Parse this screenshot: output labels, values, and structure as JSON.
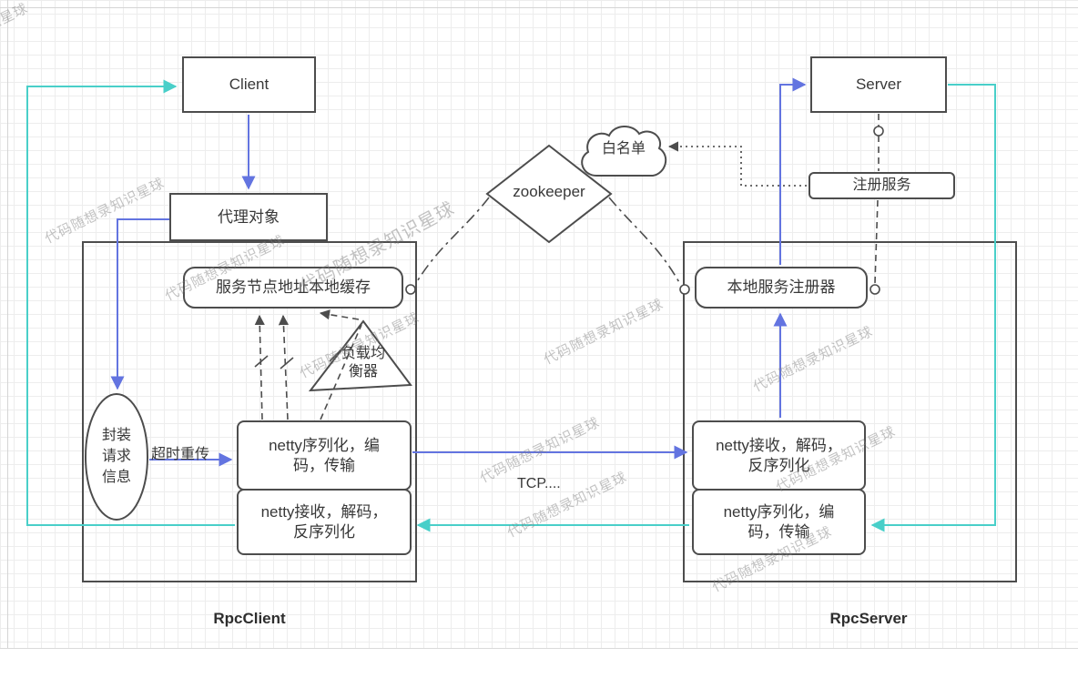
{
  "diagram": {
    "watermark": "代码随想录知识星球",
    "client_side": {
      "client": "Client",
      "proxy": "代理对象",
      "container_label": "RpcClient",
      "cache": "服务节点地址本地缓存",
      "balancer_line1": "负载均",
      "balancer_line2": "衡器",
      "wrap_line1": "封装",
      "wrap_line2": "请求",
      "wrap_line3": "信息",
      "timeout": "超时重传",
      "netty_send": "netty序列化，编码，传输",
      "netty_recv": "netty接收，解码，反序列化"
    },
    "middle": {
      "zookeeper": "zookeeper",
      "whitelist": "白名单",
      "tcp": "TCP...."
    },
    "server_side": {
      "server": "Server",
      "register_service": "注册服务",
      "container_label": "RpcServer",
      "local_registrar": "本地服务注册器",
      "netty_recv": "netty接收，解码，反序列化",
      "netty_send": "netty序列化，编码，传输"
    },
    "colors": {
      "arrow_blue": "#6374e0",
      "arrow_teal": "#49cfc9",
      "shape_stroke": "#4d4d4d"
    }
  }
}
